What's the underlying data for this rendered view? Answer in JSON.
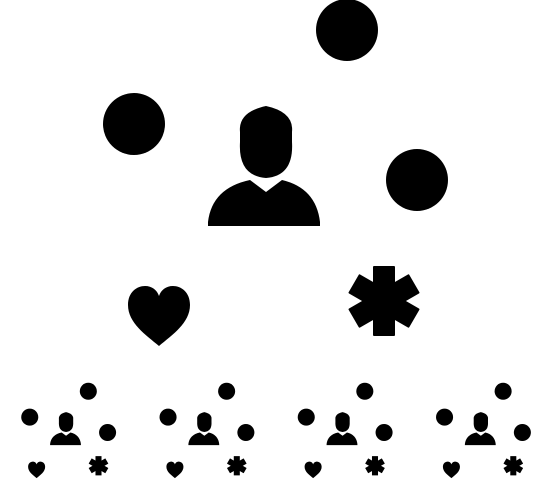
{
  "icon_set": {
    "main_icon": {
      "name": "patient-medical-links-icon",
      "colors": {
        "patient": "#383838",
        "accent": "#ee5a1c",
        "symbol": "#ffffff"
      },
      "nodes": [
        "cardiogram-icon",
        "medical-cross-icon",
        "pill-icon",
        "heart-cross-icon",
        "caduceus-star-icon"
      ]
    },
    "variants": [
      {
        "name": "black-variant",
        "color": "#000000"
      },
      {
        "name": "gray-variant",
        "color": "#3c3c3c"
      },
      {
        "name": "green-variant",
        "color": "#1fcc1f"
      },
      {
        "name": "blue-variant",
        "color": "#0a0adb"
      }
    ]
  }
}
